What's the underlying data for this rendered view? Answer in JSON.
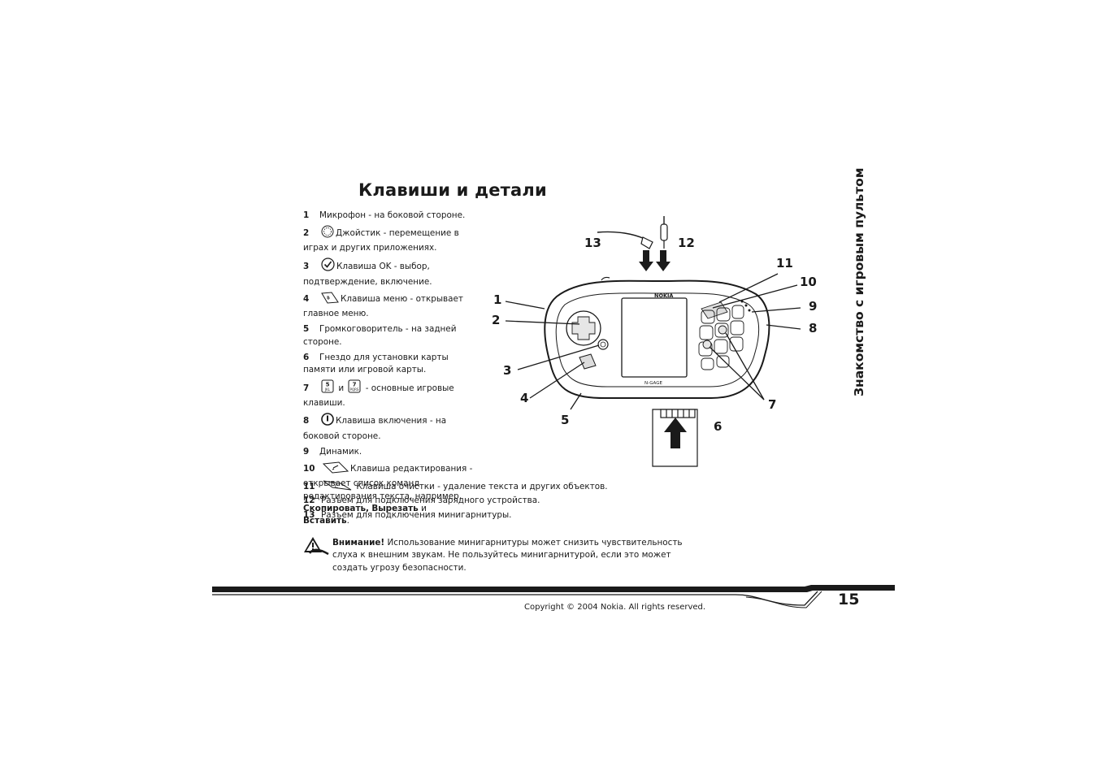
{
  "title": "Клавиши и детали",
  "side_title": "Знакомство с игровым пультом",
  "items": [
    {
      "num": "1",
      "text": "Микрофон - на боковой стороне."
    },
    {
      "num": "2",
      "text": "Джойстик - перемещение в играх и других приложениях.",
      "icon": "joystick-icon"
    },
    {
      "num": "3",
      "text": "Клавиша OK - выбор, подтверждение, включение.",
      "icon": "ok-key-icon"
    },
    {
      "num": "4",
      "text": "Клавиша меню - открывает главное меню.",
      "icon": "menu-key-icon"
    },
    {
      "num": "5",
      "text": "Громкоговоритель - на задней стороне."
    },
    {
      "num": "6",
      "text": "Гнездо для установки карты памяти или игровой карты."
    },
    {
      "num": "7",
      "text_mid": "и",
      "text": "- основные игровые клавиши.",
      "key5_top": "5",
      "key5_bottom": "JKL",
      "key7_top": "7",
      "key7_bottom": "PQRS"
    },
    {
      "num": "8",
      "text": "Клавиша включения - на боковой стороне.",
      "icon": "power-key-icon"
    },
    {
      "num": "9",
      "text": "Динамик."
    },
    {
      "num": "10",
      "text": "Клавиша редактирования - открывает список команд редактирования текста, например,",
      "cmd1": "Скопировать",
      "sep1": ",",
      "cmd2": "Вырезать",
      "sep2": "и",
      "cmd3": "Вставить",
      "end": ".",
      "icon": "edit-key-icon"
    },
    {
      "num": "11",
      "text": "Клавиша очистки - удаление текста и других объектов.",
      "icon": "clear-key-icon",
      "key_letter": "C"
    },
    {
      "num": "12",
      "text": "Разъем для подключения зарядного устройства."
    },
    {
      "num": "13",
      "text": "Разъем для подключения минигарнитуры."
    }
  ],
  "warning": {
    "label": "Внимание!",
    "text": "Использование минигарнитуры может снизить чувствительность слуха к внешним звукам. Не пользуйтесь минигарнитурой, если это может создать угрозу безопасности."
  },
  "diagram": {
    "brand": "NOKIA",
    "model": "N-GAGE",
    "callouts": [
      "1",
      "2",
      "3",
      "4",
      "5",
      "6",
      "7",
      "8",
      "9",
      "10",
      "11",
      "12",
      "13"
    ]
  },
  "footer": {
    "copyright": "Copyright © 2004 Nokia. All rights reserved.",
    "page_number": "15"
  }
}
